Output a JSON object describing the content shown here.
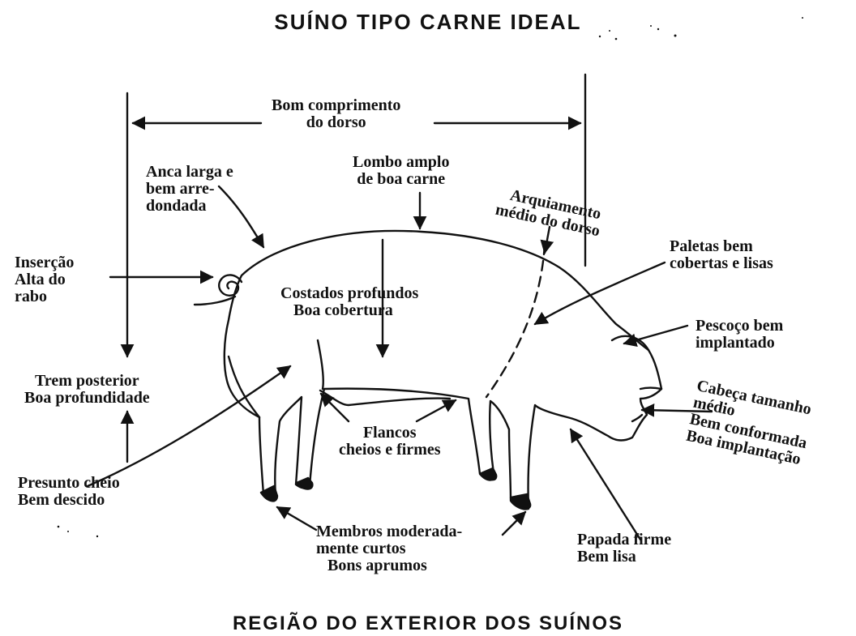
{
  "title_top": "SUÍNO TIPO CARNE IDEAL",
  "title_bottom": "REGIÃO DO EXTERIOR DOS SUÍNOS",
  "labels": {
    "comprimento": [
      "Bom comprimento",
      "do dorso"
    ],
    "anca": [
      "Anca larga e",
      "bem arre-",
      "dondada"
    ],
    "lombo": [
      "Lombo amplo",
      "de boa carne"
    ],
    "arqueamento": [
      "Arquiamento",
      "médio do dorso"
    ],
    "paletas": [
      "Paletas bem",
      "cobertas e lisas"
    ],
    "insercao": [
      "Inserção",
      "Alta do",
      "rabo"
    ],
    "costados": [
      "Costados profundos",
      "Boa cobertura"
    ],
    "pescoco": [
      "Pescoço bem",
      "implantado"
    ],
    "trem": [
      "Trem posterior",
      "Boa profundidade"
    ],
    "cabeca": [
      "Cabeça tamanho",
      "médio",
      "Bem conformada",
      "Boa implantação"
    ],
    "flancos": [
      "Flancos",
      "cheios e firmes"
    ],
    "presunto": [
      "Presunto cheio",
      "Bem descido"
    ],
    "membros": [
      "Membros moderada-",
      "mente curtos",
      "Bons aprumos"
    ],
    "papada": [
      "Papada firme",
      "Bem lisa"
    ]
  }
}
